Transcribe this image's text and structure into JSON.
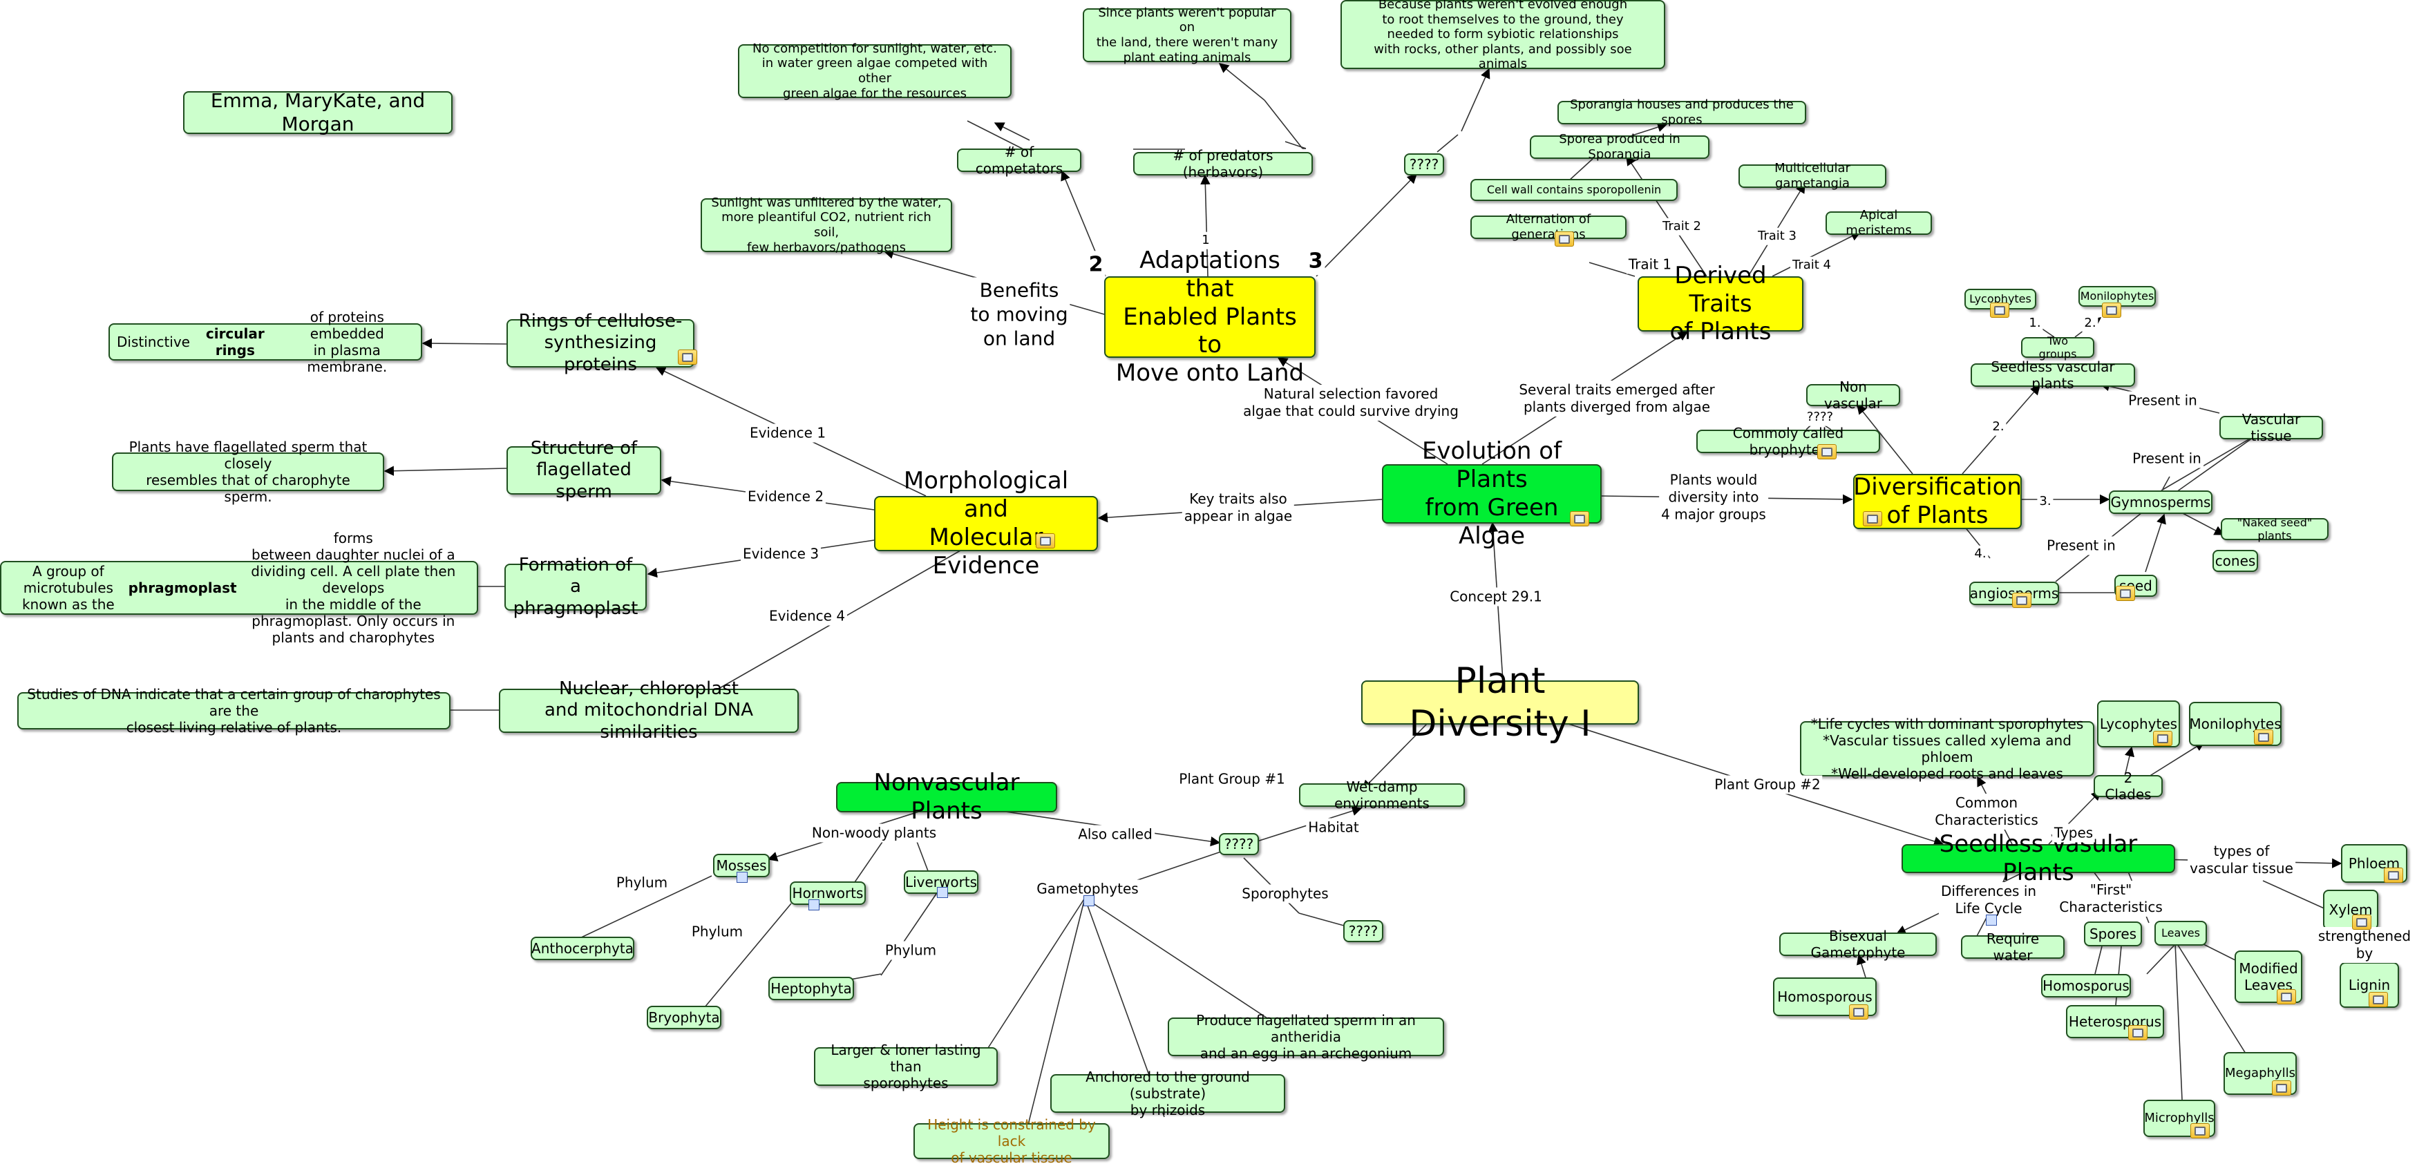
{
  "authors": "Emma, MaryKate, and Morgan",
  "root": "Plant Diversity I",
  "evolution": "Evolution of Plants\nfrom Green Algae",
  "adaptations": "Adaptations that\nEnabled Plants to\nMove onto Land",
  "derived_traits": "Derived Traits\nof Plants",
  "diversification": "Diversification\nof Plants",
  "morphological": "Morphological and\nMolecular Evidence",
  "nonvascular_plants": "Nonvascular Plants",
  "seedless_vascular_plants": "Seedless Vasular Plants",
  "adaptations_children": {
    "competitors": "# of competators",
    "competitors_note": "No competition for sunlight, water, etc.\nin water green algae competed with other\ngreen algae for the resources",
    "predators": "# of predators (herbavors)",
    "predators_note": "Since plants weren't popular on\nthe land, there weren't many\nplant eating animals",
    "unknown": "????",
    "unknown_note": "Because plants weren't evolved enough\nto root themselves to the ground, they\nneeded to form sybiotic relationships\nwith rocks, other plants, and possibly soe animals",
    "sunlight_note": "Sunlight was unfiltered by the water,\nmore pleantiful CO2, nutrient rich soil,\nfew herbavors/pathogens"
  },
  "derived_children": {
    "sporangia_houses": "Sporangia houses and produces the spores",
    "sporea_produced": "Sporea produced in Sporangia",
    "cell_wall": "Cell wall contains sporopollenin",
    "alternation": "Alternation of generations",
    "multicellular": "Multicellular gametangia",
    "apical": "Apical meristems"
  },
  "diversification_children": {
    "lycophytes_small": "Lycophytes",
    "monilophytes_small": "Monilophytes",
    "two_groups": "Two groups",
    "seedless_vascular": "Seedless vascular plants",
    "non_vascular": "Non vascular",
    "bryophytes": "Commoly called bryophytes",
    "vascular_tissue": "Vascular tissue",
    "gymnosperms": "Gymnosperms",
    "naked_seed": "\"Naked seed\" plants",
    "cones": "cones",
    "angiosperms": "angiosperms",
    "seed": "seed"
  },
  "evidence_children": {
    "rings": "Rings of cellulose-\nsynthesizing proteins",
    "rings_note_pre": "Distinctive ",
    "rings_note_bold": "circular rings",
    "rings_note_post": " of proteins embedded\nin plasma membrane.",
    "structure": "Structure of\nflagellated sperm",
    "structure_note": "Plants have flagellated sperm that closely\nresembles that of charophyte sperm.",
    "formation": "Formation of\na phragmoplast",
    "formation_note_pre": "A group of microtubules known as the ",
    "formation_note_bold": "phragmoplast",
    "formation_note_post": " forms\nbetween daughter nuclei of a dividing cell.  A cell plate then develops\nin the middle of the phragmoplast.  Only occurs in plants and charophytes",
    "dna": "Nuclear, chloroplast\nand mitochondrial DNA similarities",
    "dna_note": "Studies of DNA indicate that a certain group of charophytes are the\nclosest living relative of plants."
  },
  "nonvascular_children": {
    "mosses": "Mosses",
    "hornworts": "Hornworts",
    "liverworts": "Liverworts",
    "anthocerphyta": "Anthocerphyta",
    "bryophyta": "Bryophyta",
    "heptophyta": "Heptophyta",
    "unknown_also": "????",
    "wet_damp": "Wet-damp environments",
    "unknown_sporo": "????",
    "larger": "Larger & loner lasting than\nsporophytes",
    "anchored": "Anchored to the ground (substrate)\nby rhizoids",
    "height": "Height is constrained by lack\nof vascular tissue",
    "flagellated": "Produce flagellated sperm in an antheridia\nand an egg in an archegonium"
  },
  "seedless_children": {
    "life_cycles": "*Life cycles with dominant sporophytes\n*Vascular tissues called xylema and phloem\n*Well-developed roots and leaves",
    "lycophytes": "Lycophytes",
    "monilophytes": "Monilophytes",
    "two_clades": "2 Clades",
    "phloem": "Phloem",
    "xylem": "Xylem",
    "lignin": "Lignin",
    "bisexual": "Bisexual Gametophyte",
    "homosporous_left": "Homosporous",
    "require_water": "Require water",
    "spores": "Spores",
    "homosporus": "Homosporus",
    "heterosporus": "Heterosporus",
    "leaves": "Leaves",
    "modified_leaves": "Modified\nLeaves",
    "microphylls": "Microphylls",
    "megaphylls": "Megaphylls"
  },
  "links": {
    "benefits": "Benefits\nto moving\non land",
    "num2": "2",
    "num3": "3",
    "trait1": "Trait 1",
    "trait2": "Trait 2",
    "trait3": "Trait 3",
    "trait4": "Trait 4",
    "natural_selection": "Natural selection favored\nalgae that could survive drying",
    "several_traits": "Several traits emerged after\nplants diverged from algae",
    "key_traits": "Key traits also\nappear in algae",
    "plants_would": "Plants would\ndiversity into\n4 major groups",
    "concept": "Concept 29.1",
    "evidence1": "Evidence 1",
    "evidence2": "Evidence 2",
    "evidence3": "Evidence 3",
    "evidence4": "Evidence 4",
    "d1": "1.",
    "d2": "2.",
    "d2b": "2.",
    "d3": "3.",
    "d4": "4.",
    "d_one": "1",
    "qqqq": "????",
    "present_in_top": "Present in",
    "present_in_mid": "Present in",
    "present_in_low": "Present in",
    "plant_group1": "Plant Group #1",
    "plant_group2": "Plant Group #2",
    "non_woody": "Non-woody plants",
    "also_called": "Also called",
    "habitat": "Habitat",
    "gametophytes": "Gametophytes",
    "sporophytes": "Sporophytes",
    "phylum1": "Phylum",
    "phylum2": "Phylum",
    "phylum3": "Phylum",
    "common_char": "Common\nCharacteristics",
    "types": "Types",
    "types_vascular": "types of\nvascular tissue",
    "differences": "Differences in\nLife Cycle",
    "first_char": "\"First\"\nCharacteristics",
    "strengthened": "strengthened by"
  }
}
